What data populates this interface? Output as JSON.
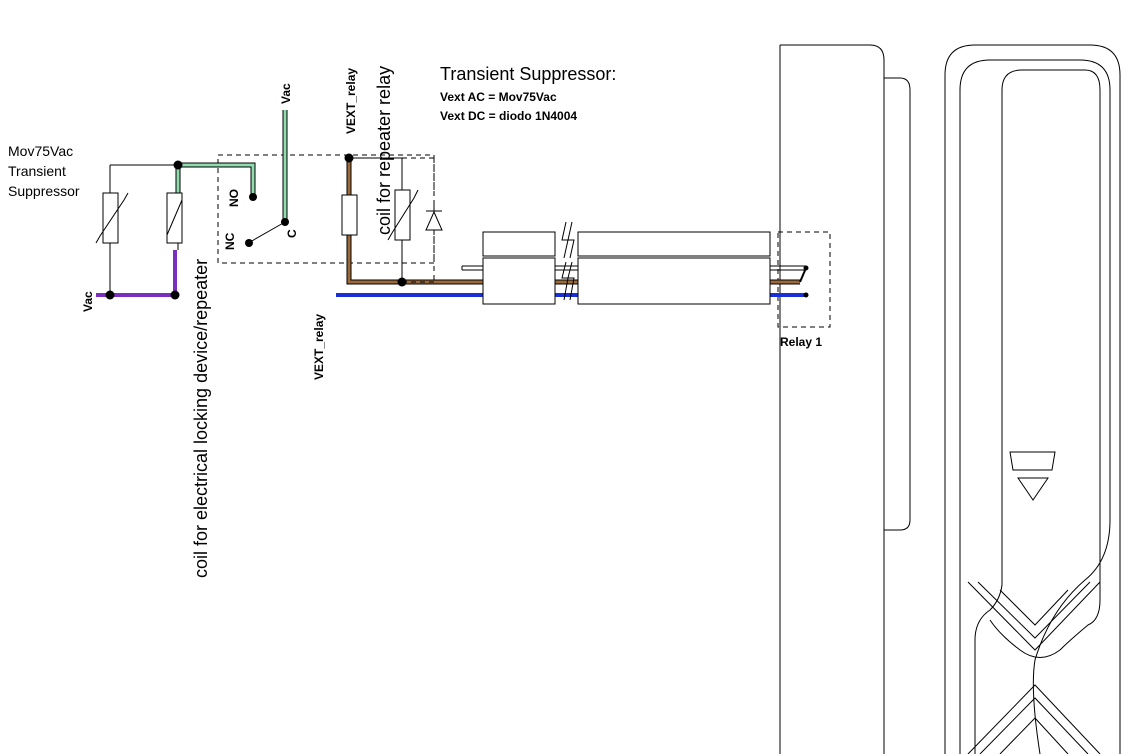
{
  "labels": {
    "suppressor_name": "Mov75Vac",
    "suppressor_line1": "Transient",
    "suppressor_line2": "Suppressor",
    "vac_bottom": "Vac",
    "vac_top": "Vac",
    "no": "NO",
    "nc": "NC",
    "c": "C",
    "vext_relay_top": "VEXT_relay",
    "vext_relay_bottom": "VEXT_relay",
    "coil_locking": "coil for electrical locking device/repeater",
    "coil_repeater": "coil for repeater relay",
    "ts_title": "Transient Suppressor:",
    "ts_ac": "Vext AC = Mov75Vac",
    "ts_dc": "Vext DC = diodo 1N4004",
    "relay1": "Relay 1"
  },
  "wire_colors": {
    "green": "#8fdcb0",
    "purple": "#7b2fbf",
    "brown": "#9b6a3a",
    "blue": "#1a2fd6"
  }
}
